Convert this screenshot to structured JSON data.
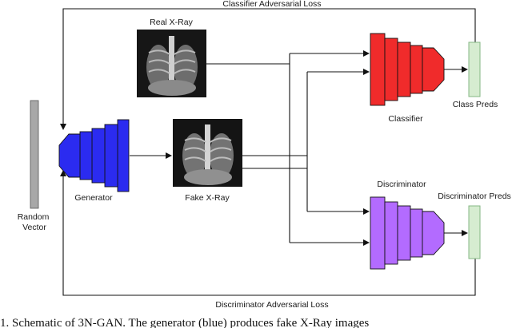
{
  "labels": {
    "classifier_loss": "Classifier Adversarial Loss",
    "discriminator_loss": "Discriminator Adversarial Loss",
    "real_xray": "Real X-Ray",
    "fake_xray": "Fake X-Ray",
    "random_vector_line1": "Random",
    "random_vector_line2": "Vector",
    "generator": "Generator",
    "classifier": "Classifier",
    "discriminator": "Discriminator",
    "class_preds": "Class Preds",
    "discriminator_preds": "Discriminator Preds"
  },
  "caption": "1. Schematic of 3N-GAN. The generator (blue) produces fake X-Ray images",
  "colors": {
    "generator": "#2b2bf0",
    "classifier": "#f02b2b",
    "discriminator": "#b36bff",
    "preds": "#d6ecd0",
    "preds_border": "#86b784",
    "random_vector": "#a8a8a8"
  }
}
